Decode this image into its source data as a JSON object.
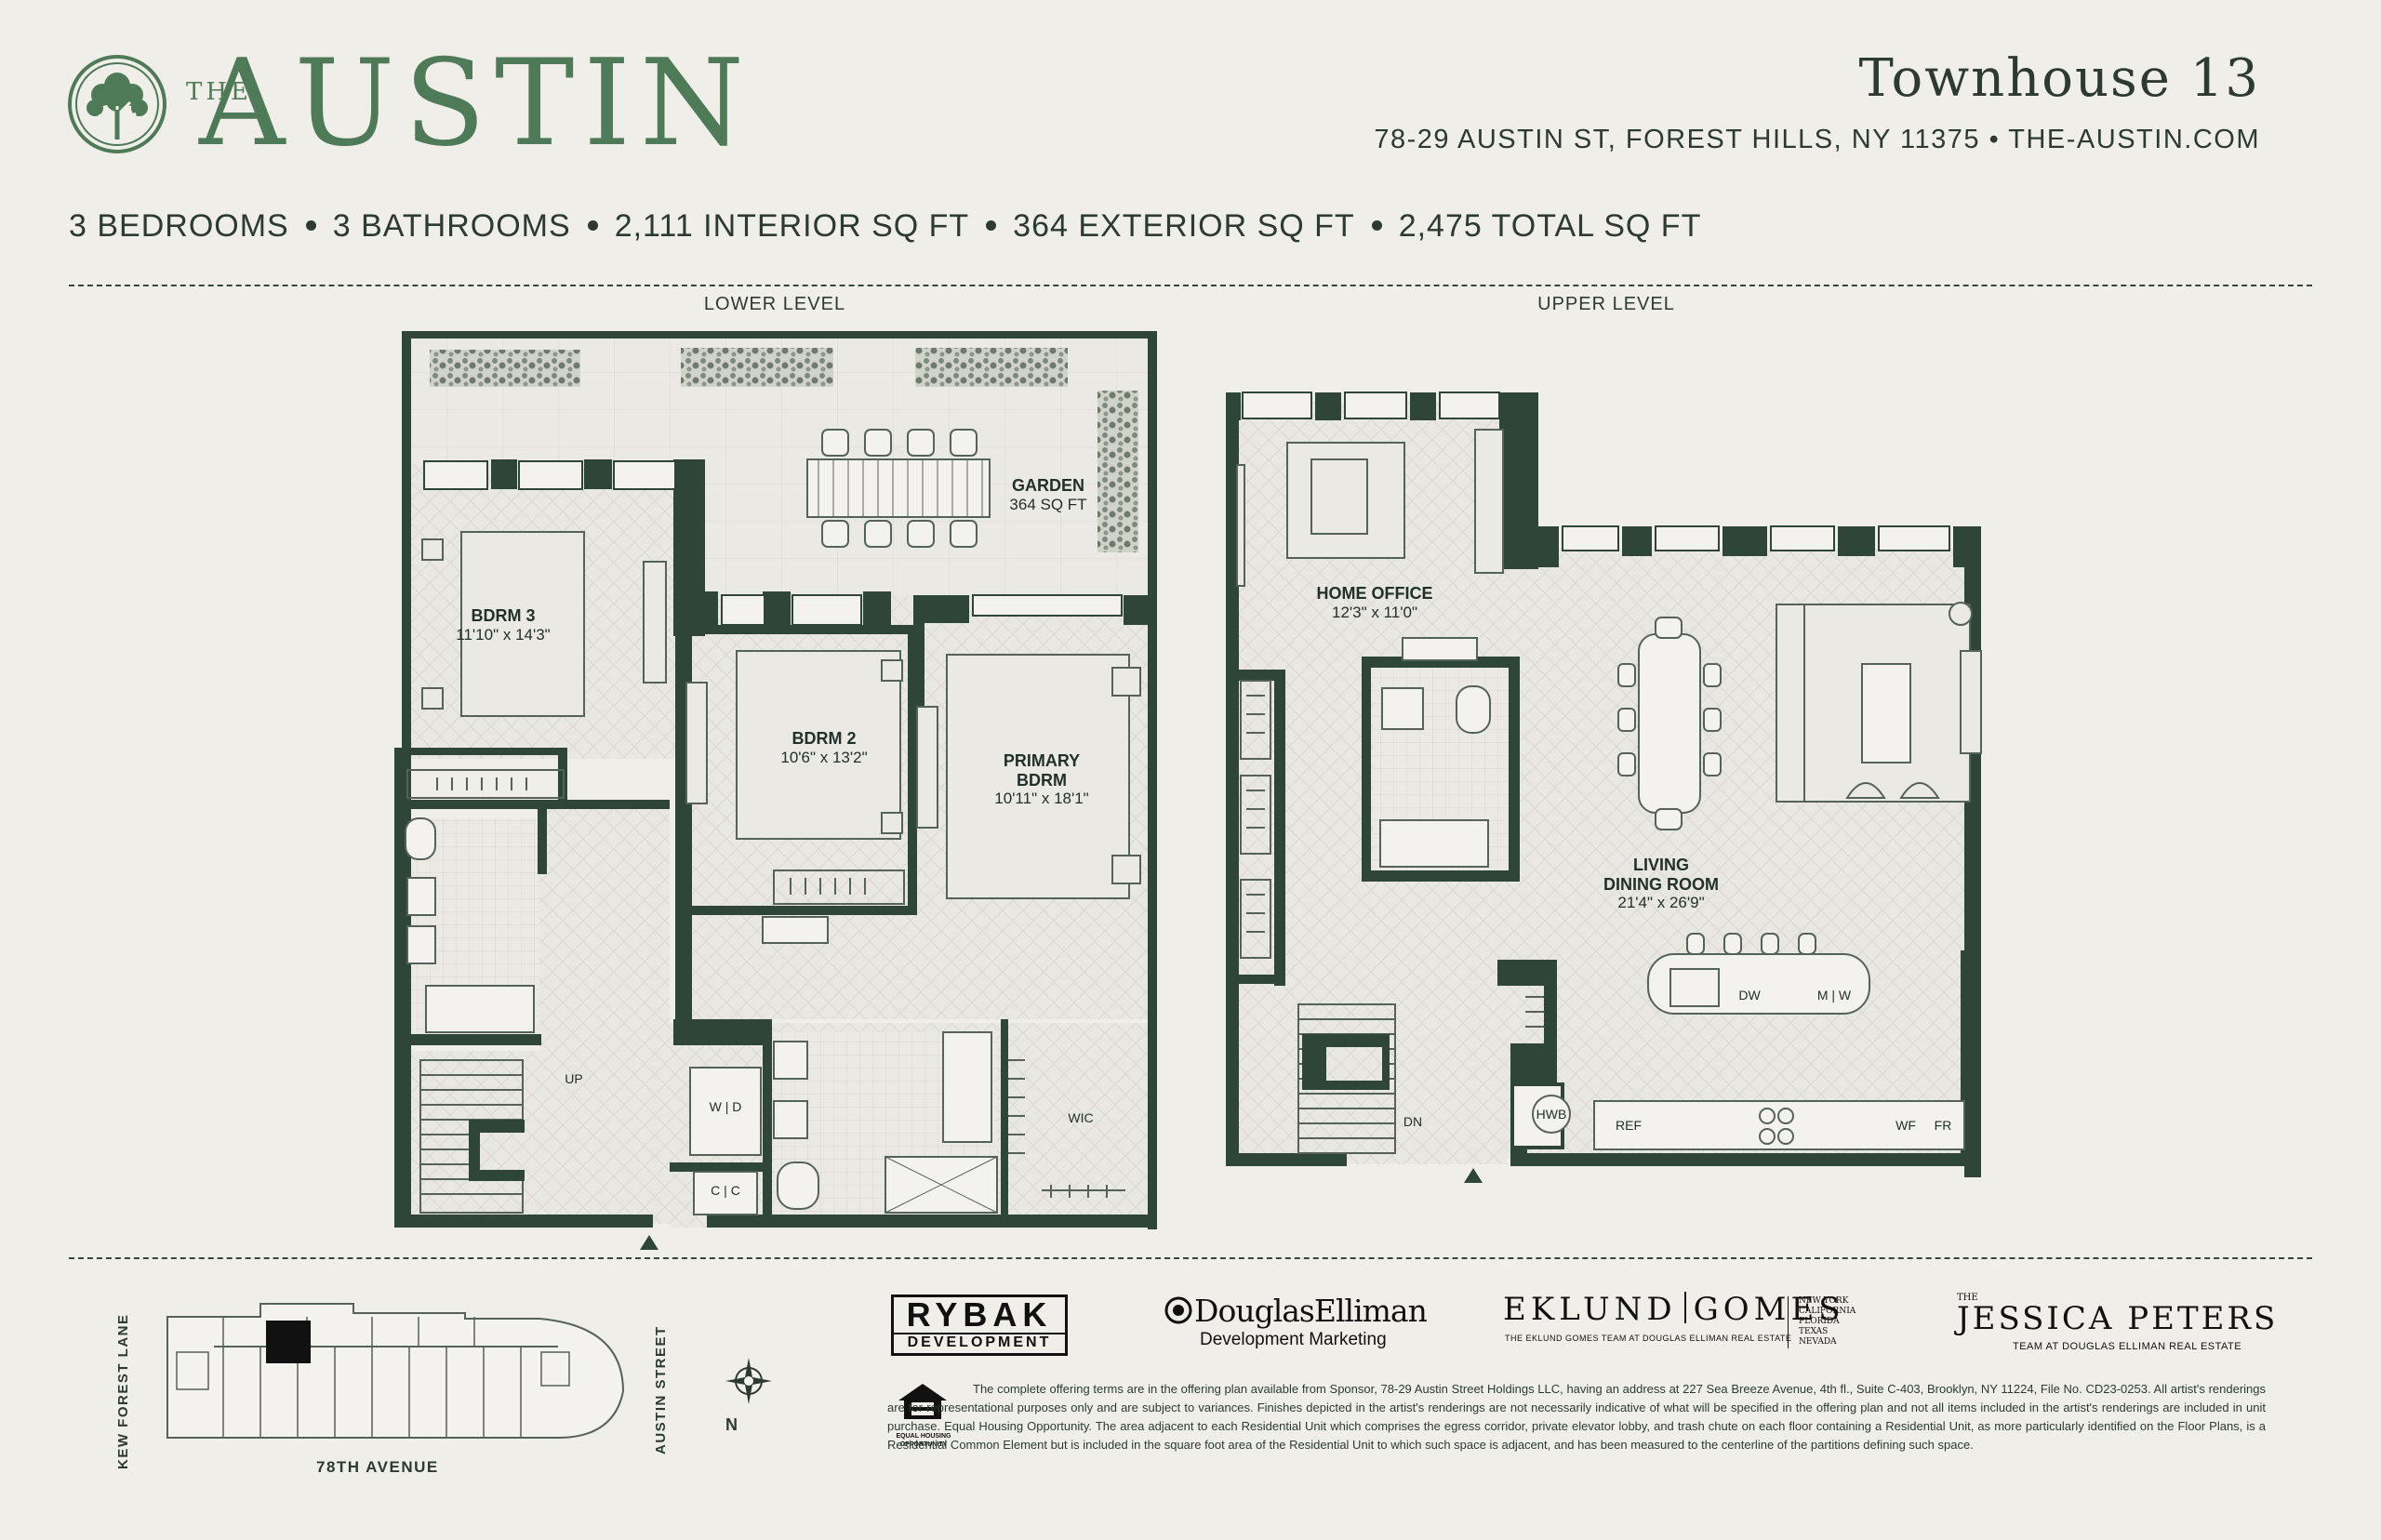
{
  "header": {
    "brand_the": "THE",
    "brand_name": "AUSTIN",
    "unit_title": "Townhouse 13",
    "address": "78-29 AUSTIN ST, FOREST HILLS, NY 11375 • THE-AUSTIN.COM"
  },
  "stats": [
    "3 BEDROOMS",
    "3 BATHROOMS",
    "2,111 INTERIOR SQ FT",
    "364 EXTERIOR SQ FT",
    "2,475 TOTAL SQ FT"
  ],
  "levels": {
    "lower": "LOWER LEVEL",
    "upper": "UPPER LEVEL"
  },
  "lower_rooms": {
    "garden_name": "GARDEN",
    "garden_size": "364 SQ FT",
    "bdrm3_name": "BDRM 3",
    "bdrm3_size": "11'10\" x 14'3\"",
    "bdrm2_name": "BDRM 2",
    "bdrm2_size": "10'6\" x 13'2\"",
    "primary_name1": "PRIMARY",
    "primary_name2": "BDRM",
    "primary_size": "10'11\" x 18'1\"",
    "up": "UP",
    "wd": "W | D",
    "cc": "C | C",
    "wic": "WIC"
  },
  "upper_rooms": {
    "office_name": "HOME OFFICE",
    "office_size": "12'3\" x 11'0\"",
    "living_name1": "LIVING",
    "living_name2": "DINING ROOM",
    "living_size": "21'4\" x 26'9\"",
    "dn": "DN",
    "hwb": "HWB",
    "ref": "REF",
    "dw": "DW",
    "mw": "M | W",
    "wf": "WF",
    "fr": "FR"
  },
  "keyplan": {
    "west_street": "KEW FOREST LANE",
    "east_street": "AUSTIN STREET",
    "south_street": "78TH AVENUE",
    "north": "N"
  },
  "logos": {
    "rybak_1": "RYBAK",
    "rybak_2": "DEVELOPMENT",
    "de_1": "DouglasElliman",
    "de_2": "Development Marketing",
    "eg_1": "EKLUND",
    "eg_2": "GOMES",
    "eg_3": "THE EKLUND GOMES TEAM AT DOUGLAS ELLIMAN REAL ESTATE",
    "eg_states": [
      "NEW YORK",
      "CALIFORNIA",
      "FLORIDA",
      "TEXAS",
      "NEVADA"
    ],
    "jp_the": "THE",
    "jp_name": "JESSICA PETERS",
    "jp_sub": "TEAM AT DOUGLAS ELLIMAN REAL ESTATE",
    "eho": "EQUAL HOUSING OPPORTUNITY"
  },
  "disclaimer": "The complete offering terms are in the offering plan available from Sponsor, 78-29 Austin Street Holdings LLC, having an address at 227 Sea Breeze Avenue, 4th fl., Suite C-403, Brooklyn, NY 11224, File No. CD23-0253. All artist's renderings are for representational purposes only and are subject to variances. Finishes depicted in the artist's renderings are not necessarily indicative of what will be specified in the offering plan and not all items included in the artist's renderings are included in unit purchase. Equal Housing Opportunity. The area adjacent to each Residential Unit which comprises the egress corridor, private elevator lobby, and trash chute on each floor containing a Residential Unit, as more particularly identified on the Floor Plans, is a Residential Common Element but is included in the square foot area of the Residential Unit to which such space is adjacent, and has been measured to the centerline of the partitions defining such space.",
  "colors": {
    "brand_green": "#4f7a57",
    "wall": "#2f4538",
    "floor": "#e7e5df",
    "background": "#f0eee9"
  }
}
